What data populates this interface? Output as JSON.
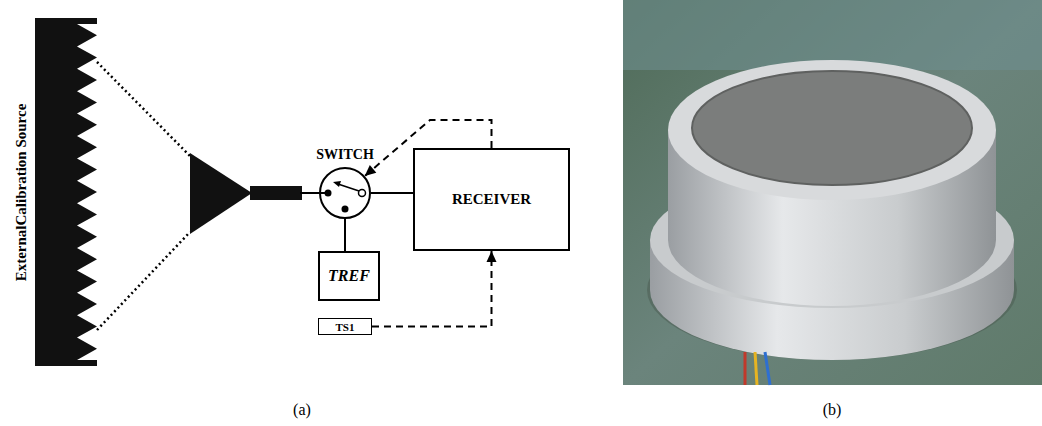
{
  "diagram": {
    "nodes": [
      {
        "text": [
          "SWITCH"
        ]
      },
      {
        "text": [
          "RECEIVER"
        ]
      },
      {
        "text": [
          "TREF"
        ]
      },
      {
        "text": [
          "TS1"
        ]
      }
    ],
    "edges": [
      {
        "from": 1,
        "to": 0,
        "arrow": "to"
      },
      {
        "from": 3,
        "to": 1,
        "arrow": "to"
      },
      {
        "from": 0,
        "to": 1,
        "arrow": "none"
      },
      {
        "from": 2,
        "to": 0,
        "arrow": "none"
      }
    ],
    "labels": [
      "ExternalCalibration Source",
      "(a)",
      "(b)"
    ]
  }
}
